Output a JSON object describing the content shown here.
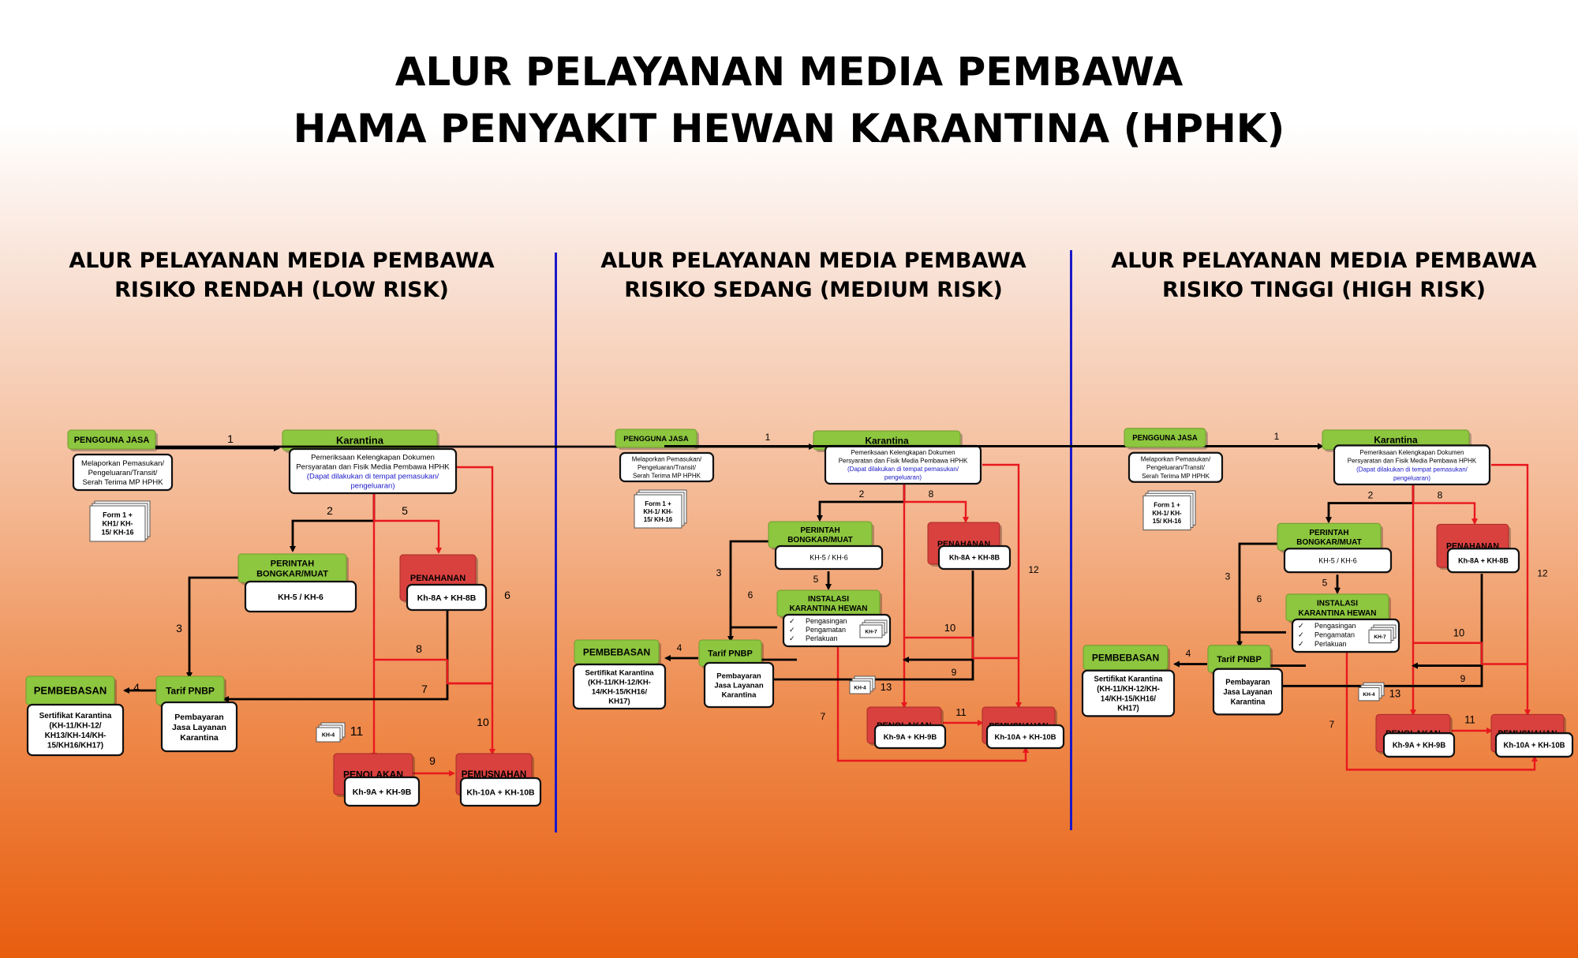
{
  "title": {
    "line1": "ALUR PELAYANAN MEDIA PEMBAWA",
    "line2": "HAMA PENYAKIT HEWAN KARANTINA (HPHK)"
  },
  "sections": {
    "low": {
      "line1": "ALUR PELAYANAN MEDIA PEMBAWA",
      "line2": "RISIKO RENDAH (LOW RISK)"
    },
    "medium": {
      "line1": "ALUR PELAYANAN MEDIA PEMBAWA",
      "line2": "RISIKO SEDANG (MEDIUM RISK)"
    },
    "high": {
      "line1": "ALUR PELAYANAN MEDIA PEMBAWA",
      "line2": "RISIKO TINGGI (HIGH RISK)"
    }
  },
  "colors": {
    "green": "#8dc63f",
    "red": "#d9413e",
    "flow_red": "#e8181e",
    "flow_black": "#000000",
    "divider": "#1a18c8"
  },
  "low": {
    "pengguna": "PENGGUNA JASA",
    "melapor": [
      "Melaporkan Pemasukan/",
      "Pengeluaran/Transit/",
      "Serah Terima MP HPHK"
    ],
    "form": [
      "Form 1 +",
      "KH1/ KH-",
      "15/ KH-16"
    ],
    "karantina": "Karantina",
    "periksa": [
      "Pemeriksaan Kelengkapan Dokumen",
      "Persyaratan dan Fisik Media Pembawa HPHK"
    ],
    "periksa_note": [
      "(Dapat dilakukan di tempat pemasukan/",
      "pengeluaran)"
    ],
    "perintah": [
      "PERINTAH",
      "BONGKAR/MUAT"
    ],
    "kh5": "KH-5 / KH-6",
    "penahanan": "PENAHANAN",
    "kh8": "Kh-8A + KH-8B",
    "tarif": "Tarif PNBP",
    "pembayaran": [
      "Pembayaran",
      "Jasa Layanan",
      "Karantina"
    ],
    "pembebasan": "PEMBEBASAN",
    "sertifikat": [
      "Sertifikat Karantina",
      "(KH-11/KH-12/",
      "KH13/KH-14/KH-",
      "15/KH16/KH17)"
    ],
    "penolakan": "PENOLAKAN",
    "kh9": "Kh-9A + KH-9B",
    "pemusnahan": "PEMUSNAHAN",
    "kh10": "Kh-10A + KH-10B",
    "kh4": "KH-4",
    "nums": [
      "1",
      "2",
      "3",
      "4",
      "5",
      "6",
      "7",
      "8",
      "9",
      "10",
      "11"
    ]
  },
  "medium": {
    "pengguna": "PENGGUNA JASA",
    "melapor": [
      "Melaporkan Pemasukan/",
      "Pengeluaran/Transit/",
      "Serah Terima MP HPHK"
    ],
    "form": [
      "Form 1 +",
      "KH-1/ KH-",
      "15/  KH-16"
    ],
    "karantina": "Karantina",
    "periksa": [
      "Pemeriksaan Kelengkapan Dokumen",
      "Persyaratan dan Fisik Media Pembawa HPHK"
    ],
    "periksa_note": [
      "(Dapat dilakukan di tempat pemasukan/",
      "pengeluaran)"
    ],
    "perintah": [
      "PERINTAH",
      "BONGKAR/MUAT"
    ],
    "kh5": "KH-5 / KH-6",
    "penahanan": "PENAHANAN",
    "kh8": "Kh-8A + KH-8B",
    "instalasi": [
      "INSTALASI",
      "KARANTINA HEWAN"
    ],
    "instalasi_items": [
      "Pengasingan",
      "Pengamatan",
      "Perlakuan"
    ],
    "kh7": "KH-7",
    "tarif": "Tarif PNBP",
    "pembayaran": [
      "Pembayaran",
      "Jasa Layanan",
      "Karantina"
    ],
    "pembebasan": "PEMBEBASAN",
    "sertifikat": [
      "Sertifikat Karantina",
      "(KH-11/KH-12/KH-",
      "14/KH-15/KH16/",
      "KH17)"
    ],
    "penolakan": "PENOLAKAN",
    "kh9": "Kh-9A + KH-9B",
    "pemusnahan": "PEMUSNAHAN",
    "kh10": "Kh-10A + KH-10B",
    "kh4": "KH-4",
    "nums": [
      "1",
      "2",
      "3",
      "4",
      "5",
      "6",
      "7",
      "8",
      "9",
      "10",
      "11",
      "12",
      "13"
    ]
  },
  "high": {
    "pengguna": "PENGGUNA JASA",
    "melapor": [
      "Melaporkan Pemasukan/",
      "Pengeluaran/Transit/",
      "Serah Terima MP HPHK"
    ],
    "form": [
      "Form 1 +",
      "KH-1/ KH-",
      "15/  KH-16"
    ],
    "karantina": "Karantina",
    "periksa": [
      "Pemeriksaan Kelengkapan Dokumen",
      "Persyaratan dan Fisik Media Pembawa HPHK"
    ],
    "periksa_note": [
      "(Dapat dilakukan di tempat pemasukan/",
      "pengeluaran)"
    ],
    "perintah": [
      "PERINTAH",
      "BONGKAR/MUAT"
    ],
    "kh5": "KH-5 / KH-6",
    "penahanan": "PENAHANAN",
    "kh8": "Kh-8A + KH-8B",
    "instalasi": [
      "INSTALASI",
      "KARANTINA HEWAN"
    ],
    "instalasi_items": [
      "Pengasingan",
      "Pengamatan",
      "Perlakuan"
    ],
    "kh7": "KH-7",
    "tarif": "Tarif PNBP",
    "pembayaran": [
      "Pembayaran",
      "Jasa Layanan",
      "Karantina"
    ],
    "pembebasan": "PEMBEBASAN",
    "sertifikat": [
      "Sertifikat Karantina",
      "(KH-11/KH-12/KH-",
      "14/KH-15/KH16/",
      "KH17)"
    ],
    "penolakan": "PENOLAKAN",
    "kh9": "Kh-9A + KH-9B",
    "pemusnahan": "PEMUSNAHAN",
    "kh10": "Kh-10A + KH-10B",
    "kh4": "KH-4",
    "nums": [
      "1",
      "2",
      "3",
      "4",
      "5",
      "6",
      "7",
      "8",
      "9",
      "10",
      "11",
      "12",
      "13"
    ]
  }
}
